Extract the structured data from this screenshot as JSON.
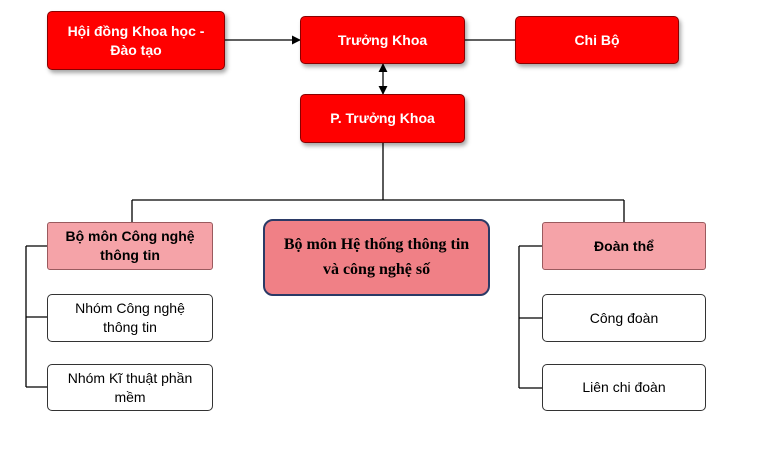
{
  "nodes": {
    "hoi_dong": "Hội đồng Khoa học - Đào tạo",
    "truong_khoa": "Trưởng Khoa",
    "chi_bo": "Chi Bộ",
    "pho_truong_khoa": "P. Trưởng Khoa",
    "bm_cntt": "Bộ môn Công nghệ thông tin",
    "bm_httt": "Bộ môn Hệ thống thông tin và công nghệ số",
    "doan_the": "Đoàn thể",
    "nhom_cntt": "Nhóm Công nghệ thông tin",
    "nhom_ktpm": "Nhóm Kĩ thuật phần mềm",
    "cong_doan": "Công đoàn",
    "lien_chi_doan": "Liên chi đoàn"
  },
  "colors": {
    "leadership_fill": "#ff0000",
    "unit_fill": "#f5a3a8",
    "center_unit_fill": "#f08086",
    "connector": "#000000"
  }
}
